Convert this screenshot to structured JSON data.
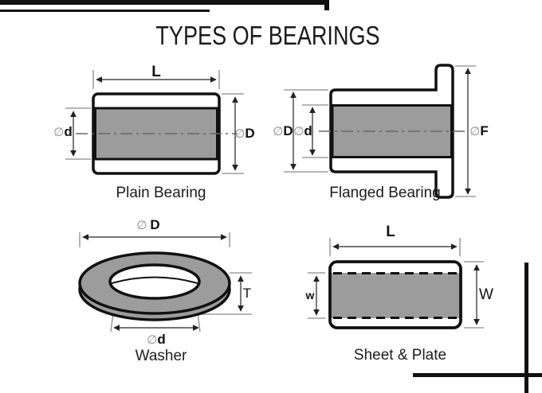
{
  "title": "TYPES OF BEARINGS",
  "colors": {
    "fill_gray": "#9c9c9c",
    "outline": "#111111",
    "dim_symbol_gray": "#8a8a8a"
  },
  "plain_bearing": {
    "caption": "Plain Bearing",
    "dim_length": "L",
    "dim_bore_symbol": "∅",
    "dim_bore_letter": "d",
    "dim_outer_symbol": "∅",
    "dim_outer_letter": "D"
  },
  "flanged_bearing": {
    "caption": "Flanged Bearing",
    "dim_outer_symbol": "∅",
    "dim_outer_letter": "D",
    "dim_bore_symbol": "∅",
    "dim_bore_letter": "d",
    "dim_flange_symbol": "∅",
    "dim_flange_letter": "F"
  },
  "washer": {
    "caption": "Washer",
    "dim_outer_symbol": "∅",
    "dim_outer_letter": "D",
    "dim_thickness": "T",
    "dim_bore_symbol": "∅",
    "dim_bore_letter": "d"
  },
  "sheet_plate": {
    "caption": "Sheet & Plate",
    "dim_length": "L",
    "dim_inner_width": "w",
    "dim_outer_width": "W"
  }
}
